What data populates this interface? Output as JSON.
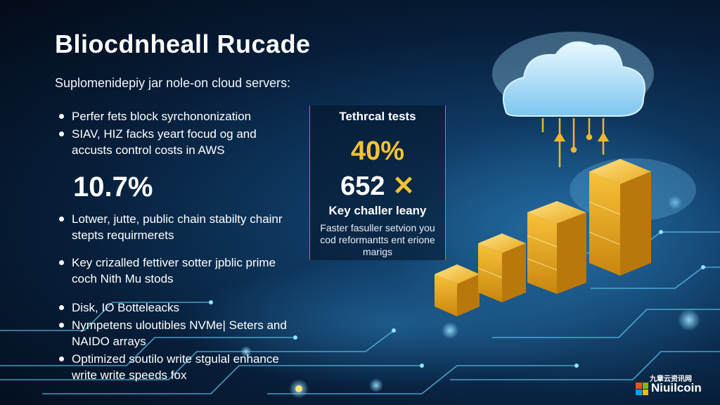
{
  "title": "Bliocdnheall Rucade",
  "subtitle": "Suplomenidepiy jar nole-on cloud servers:",
  "bullets_group1": [
    "Perfer fets block syrchononization",
    "SIAV, HIZ facks yeart focud og and accusts control costs in AWS"
  ],
  "big_stat": "10.7%",
  "bullets_group2": [
    "Lotwer, jutte, public chain stabilty chainr stepts requirmerets"
  ],
  "bullets_group3": [
    "Key crizalled fettiver sotter jpblic prime coch Nith Mu stods"
  ],
  "bullets_group4": [
    "Disk, IO Botteleacks",
    "Nympetens uloutibles NVMe| Seters and NAIDO arrays",
    "Optimized soutilo write stgulal enhance write write speeds fox"
  ],
  "panel": {
    "title": "Tethrcal tests",
    "percent": "40%",
    "number": "652",
    "token_symbol": "✕",
    "subheading": "Key challer leany",
    "text": "Faster fasuller setvion you cod reformantts ent erione marigs"
  },
  "logo": {
    "cn_text": "九章云资讯网",
    "en_text": "Niuilcoin",
    "colors": [
      "#f25022",
      "#7fba00",
      "#00a4ef",
      "#ffb900"
    ]
  },
  "colors": {
    "accent_gold": "#f4c233",
    "cloud_blue": "#bfe6fb",
    "background_dark": "#061a33"
  }
}
